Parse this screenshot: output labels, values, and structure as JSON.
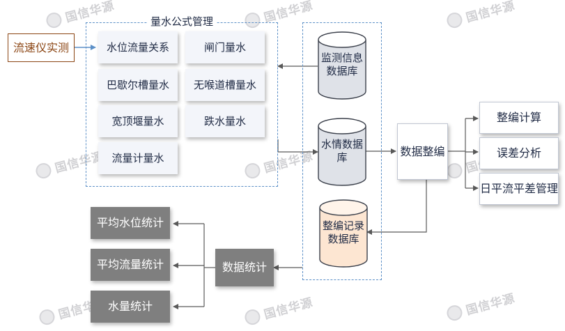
{
  "source": {
    "label": "流速仪实测",
    "color": "#8b4513"
  },
  "formula_section": {
    "title": "量水公式管理",
    "items": [
      "水位流量关系",
      "闸门量水",
      "巴歇尔槽量水",
      "无喉道槽量水",
      "宽顶堰量水",
      "跌水量水",
      "流量计量水"
    ]
  },
  "databases": {
    "monitor": "监测信息数据库",
    "water": "水情数据库",
    "compiled": "整编记录数据库"
  },
  "compile_node": "数据整编",
  "outputs": [
    "整编计算",
    "误差分析",
    "日平流平差管理"
  ],
  "stats_node": "数据统计",
  "stats_outputs": [
    "平均水位统计",
    "平均流量统计",
    "水量统计"
  ],
  "watermark": "国信华源",
  "colors": {
    "dash": "#5b8fc7",
    "arrow": "#595959",
    "compiled_fill": "#fde6d2",
    "db_fill": "#dfe2e8"
  }
}
